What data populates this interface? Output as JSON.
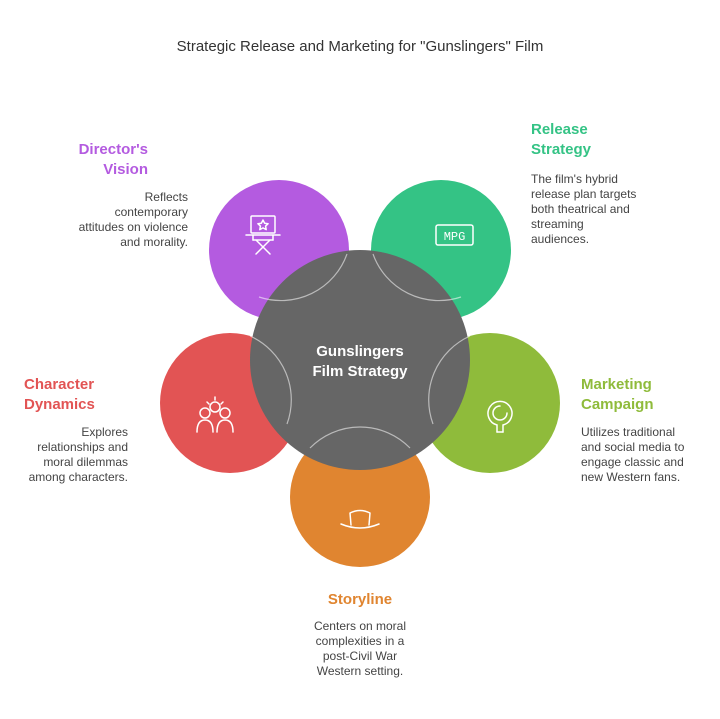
{
  "title": "Strategic Release and Marketing for \"Gunslingers\" Film",
  "center": {
    "lines": [
      "Gunslingers",
      "Film Strategy"
    ],
    "color": "#666666"
  },
  "nodes": [
    {
      "id": "directors-vision",
      "heading": [
        "Director's",
        "Vision"
      ],
      "description": [
        "Reflects",
        "contemporary",
        "attitudes on violence",
        "and morality."
      ],
      "color": "#b45be0",
      "icon": "directors-chair-icon"
    },
    {
      "id": "release-strategy",
      "heading": [
        "Release",
        "Strategy"
      ],
      "description": [
        "The film's hybrid",
        "release plan targets",
        "both theatrical and",
        "streaming",
        "audiences."
      ],
      "color": "#34c385",
      "icon": "mpg-file-icon",
      "icon_text": "MPG"
    },
    {
      "id": "marketing-campaign",
      "heading": [
        "Marketing",
        "Campaign"
      ],
      "description": [
        "Utilizes traditional",
        "and social media to",
        "engage classic and",
        "new Western fans."
      ],
      "color": "#8fbb3b",
      "icon": "location-pin-icon"
    },
    {
      "id": "storyline",
      "heading": [
        "Storyline"
      ],
      "description": [
        "Centers on moral",
        "complexities in a",
        "post-Civil War",
        "Western setting."
      ],
      "color": "#e08530",
      "icon": "cowboy-hat-icon"
    },
    {
      "id": "character-dynamics",
      "heading": [
        "Character",
        "Dynamics"
      ],
      "description": [
        "Explores",
        "relationships and",
        "moral dilemmas",
        "among characters."
      ],
      "color": "#e25454",
      "icon": "people-group-icon"
    }
  ]
}
